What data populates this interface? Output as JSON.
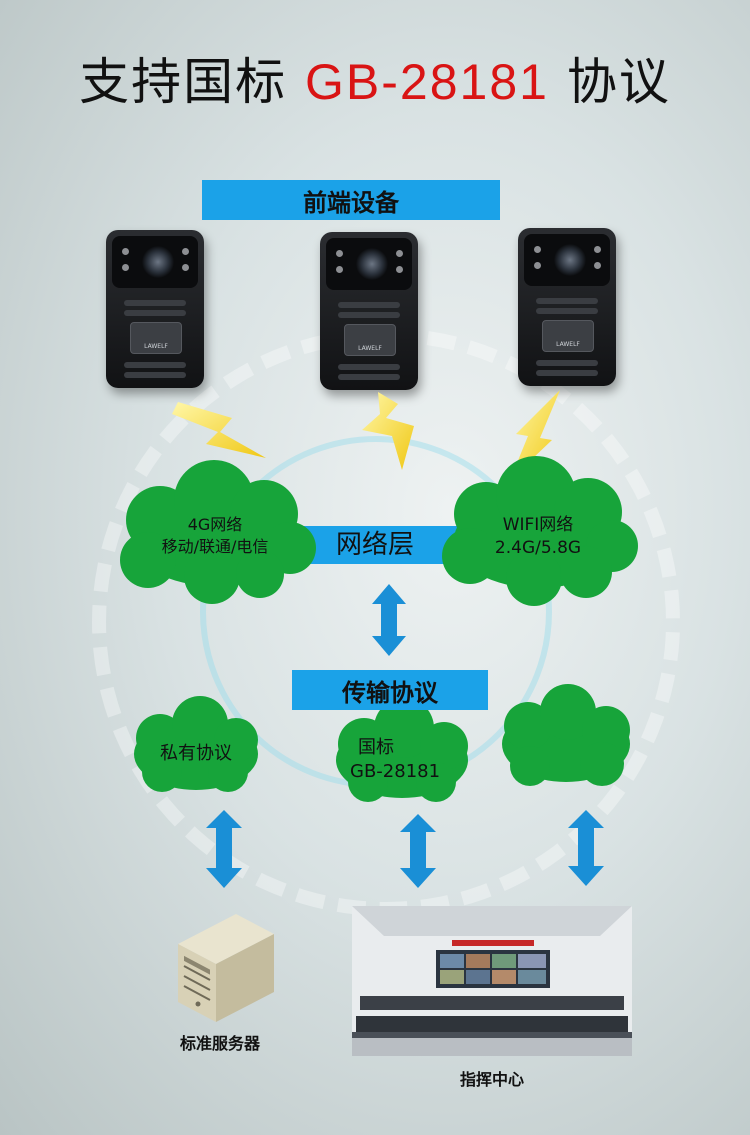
{
  "title": {
    "prefix": "支持国标 ",
    "highlight": "GB-28181",
    "suffix": " 协议",
    "highlight_color": "#d91414"
  },
  "front_end": {
    "label": "前端设备",
    "device_brand": "LAWELF",
    "devices": [
      "body-camera",
      "body-camera",
      "body-camera"
    ]
  },
  "network": {
    "label": "网络层",
    "cloud_4g": {
      "line1": "4G网络",
      "line2": "移动/联通/电信"
    },
    "cloud_wifi": {
      "line1": "WIFI网络",
      "line2": "2.4G/5.8G"
    }
  },
  "protocol": {
    "label": "传输协议",
    "cloud_private": "私有协议",
    "cloud_gb": {
      "line1": "国标",
      "line2": "GB-28181"
    },
    "cloud_empty": ""
  },
  "endpoints": {
    "server_label": "标准服务器",
    "command_label": "指挥中心"
  },
  "colors": {
    "bar": "#1ba2e8",
    "cloud": "#17a43a",
    "arrow": "#1a8fd6",
    "lightning": "#f2cf1e"
  }
}
